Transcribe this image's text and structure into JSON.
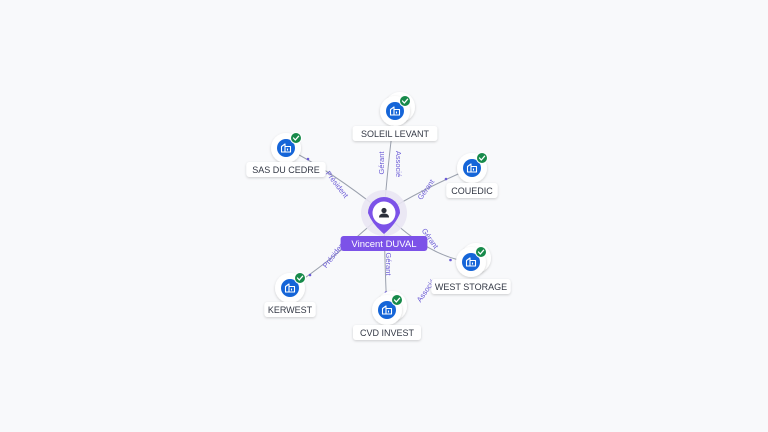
{
  "graph": {
    "center": {
      "name": "Vincent DUVAL",
      "icon": "person-icon",
      "color": "#7c52e8"
    },
    "companies": [
      {
        "id": "soleil-levant",
        "name": "SOLEIL LEVANT",
        "roles": [
          "Gérant",
          "Associé"
        ]
      },
      {
        "id": "sas-du-cedre",
        "name": "SAS DU CEDRE",
        "roles": [
          "Président"
        ]
      },
      {
        "id": "couedic",
        "name": "COUEDIC",
        "roles": [
          "Gérant"
        ]
      },
      {
        "id": "west-storage",
        "name": "WEST STORAGE",
        "roles": [
          "Gérant",
          "Associé"
        ]
      },
      {
        "id": "cvd-invest",
        "name": "CVD INVEST",
        "roles": [
          "Gérant"
        ]
      },
      {
        "id": "kerwest",
        "name": "KERWEST",
        "roles": [
          "Président"
        ]
      }
    ],
    "company_icon": "building-icon",
    "verified_icon": "check-badge-icon",
    "colors": {
      "node": "#1565d8",
      "check": "#178a4a",
      "edge": "#9aa0ad",
      "role_text": "#6b5bd6",
      "label_text": "#333845"
    }
  }
}
